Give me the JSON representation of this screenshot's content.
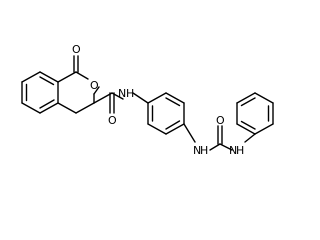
{
  "molecule": {
    "atom_labels": {
      "o_carbonyl_lactone": "O",
      "o_ring": "O",
      "o_amide": "O",
      "n_amide": "N",
      "h_amide": "H",
      "n_urea_left": "N",
      "h_urea_left": "H",
      "n_urea_right": "N",
      "h_urea_right": "H",
      "o_urea": "O"
    }
  }
}
